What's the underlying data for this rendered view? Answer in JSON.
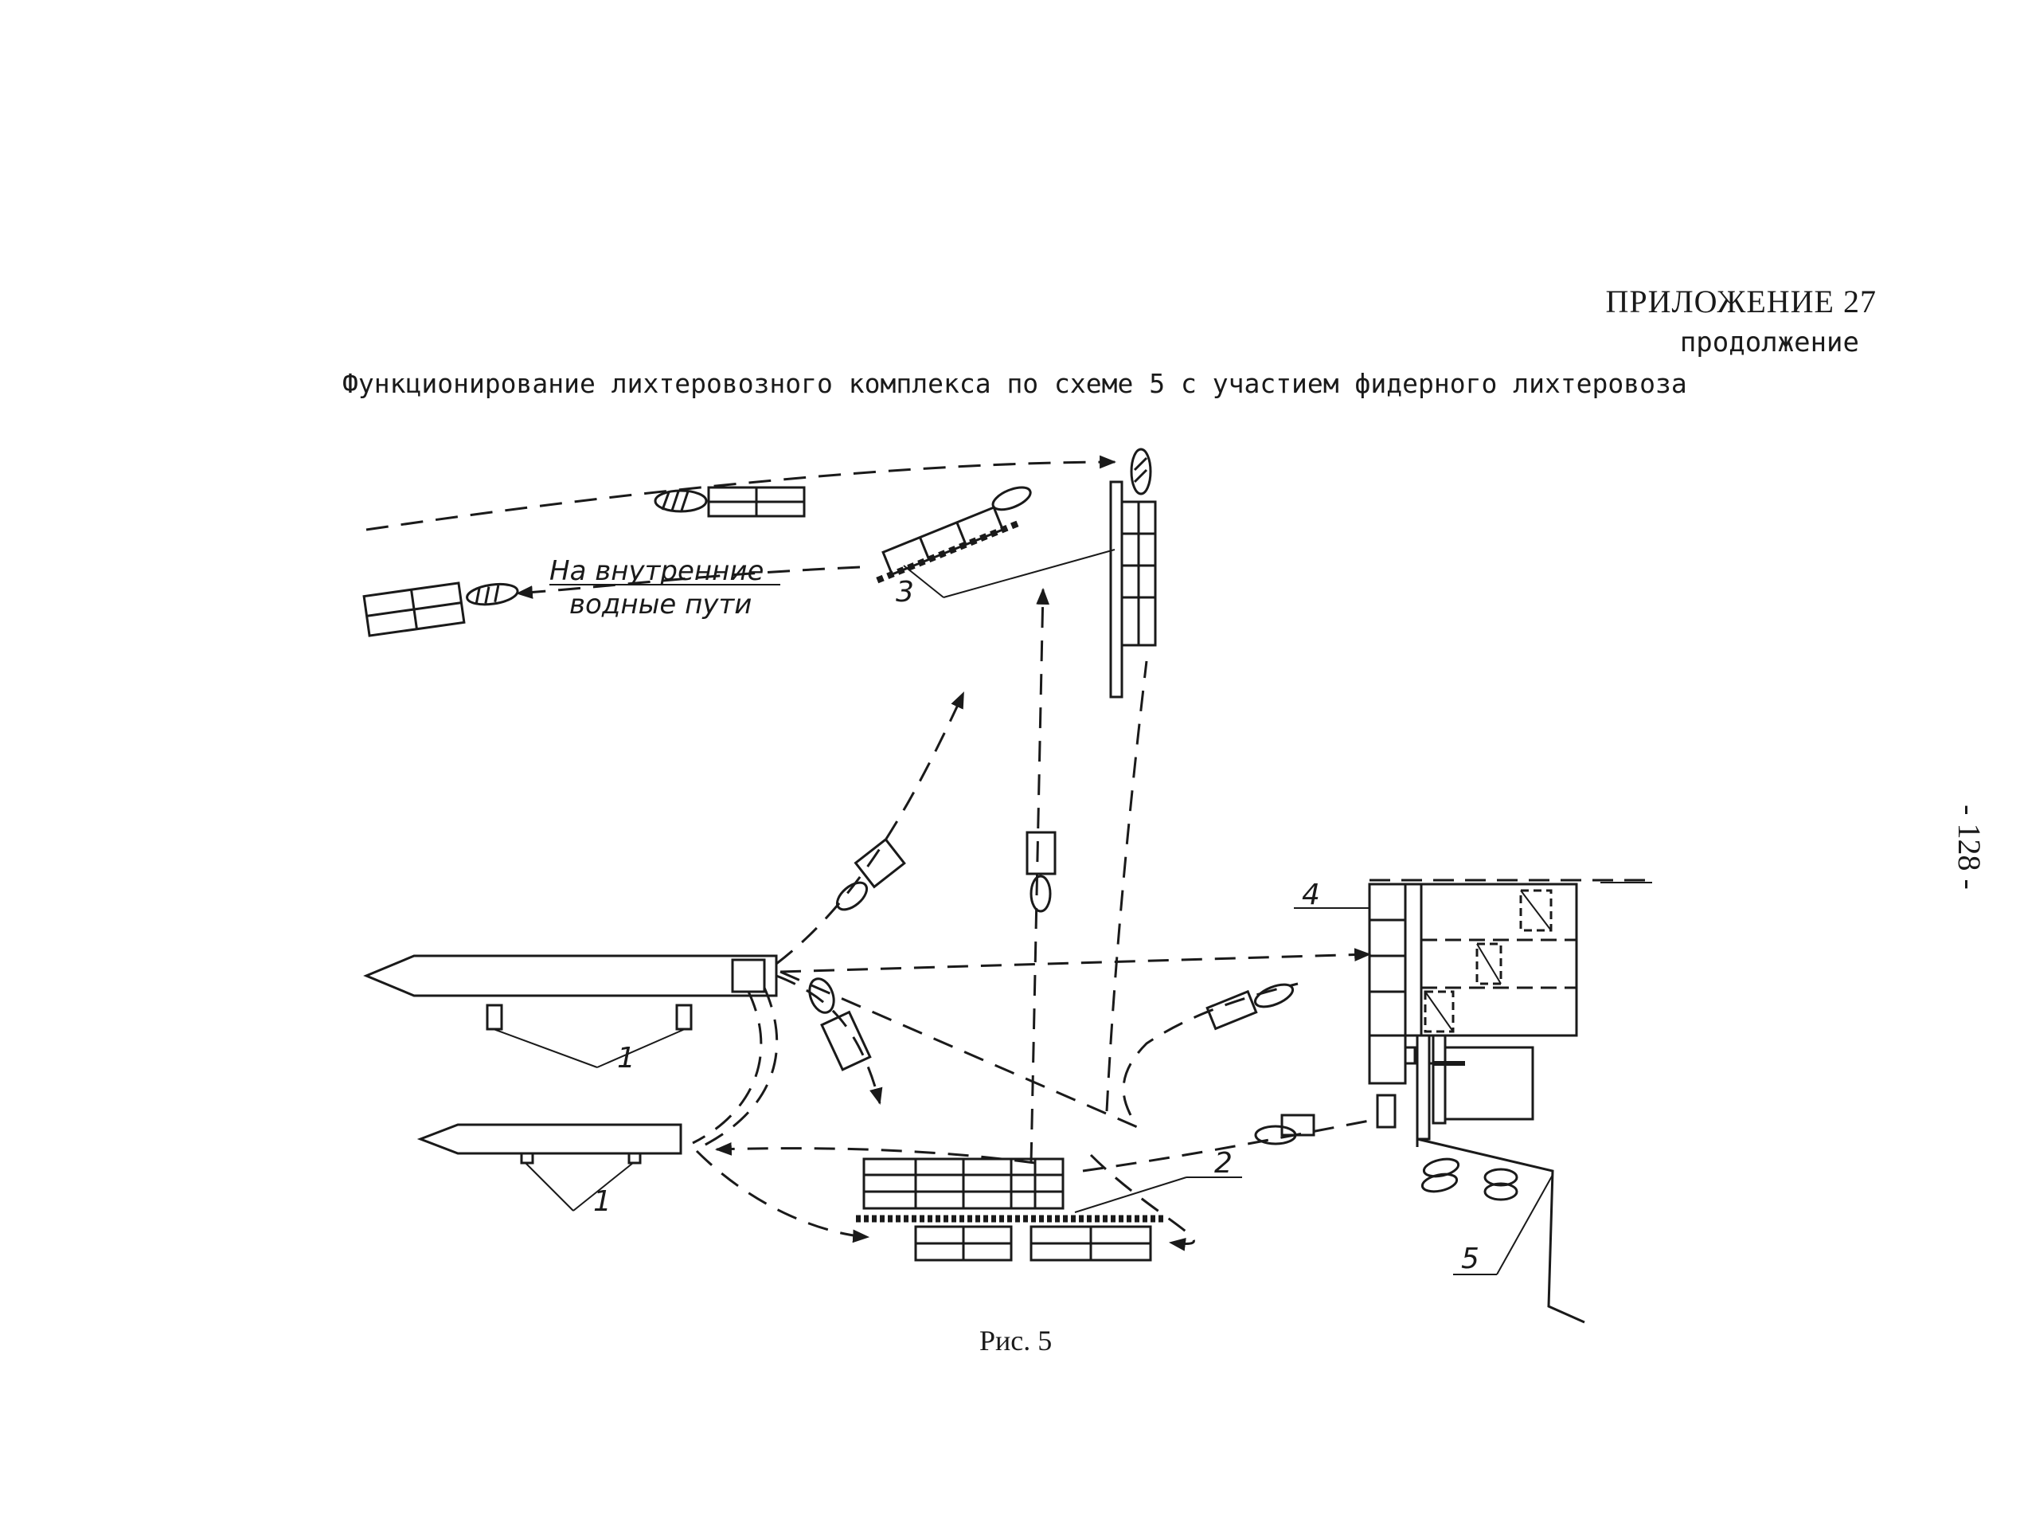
{
  "header": {
    "appendix": "ПРИЛОЖЕНИЕ 27",
    "continuation": "продолжение"
  },
  "title": "Функционирование лихтеровозного комплекса по схеме 5 с участием фидерного лихтеровоза",
  "page_number": "- 128 -",
  "diagram": {
    "inland_label_line1": "На внутренние",
    "inland_label_line2": "водные пути",
    "callouts": [
      "1",
      "1",
      "2",
      "3",
      "4",
      "5"
    ]
  },
  "caption": "Рис. 5"
}
